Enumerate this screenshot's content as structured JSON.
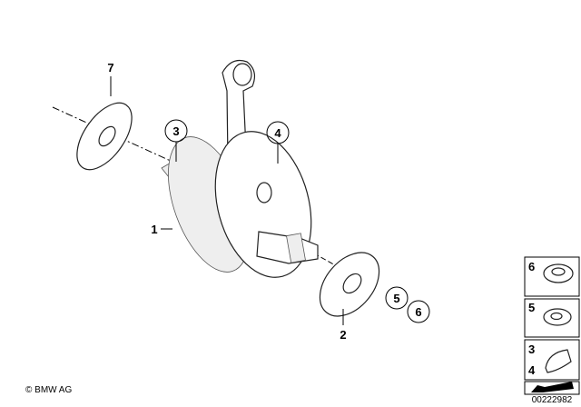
{
  "callouts": {
    "c1": "1",
    "c2": "2",
    "c3": "3",
    "c4": "4",
    "c5": "5",
    "c6": "6",
    "c7": "7"
  },
  "legend": {
    "nut": "6",
    "washer": "5",
    "key_a": "3",
    "key_b": "4"
  },
  "copyright": "© BMW AG",
  "diagram_id": "00222982"
}
